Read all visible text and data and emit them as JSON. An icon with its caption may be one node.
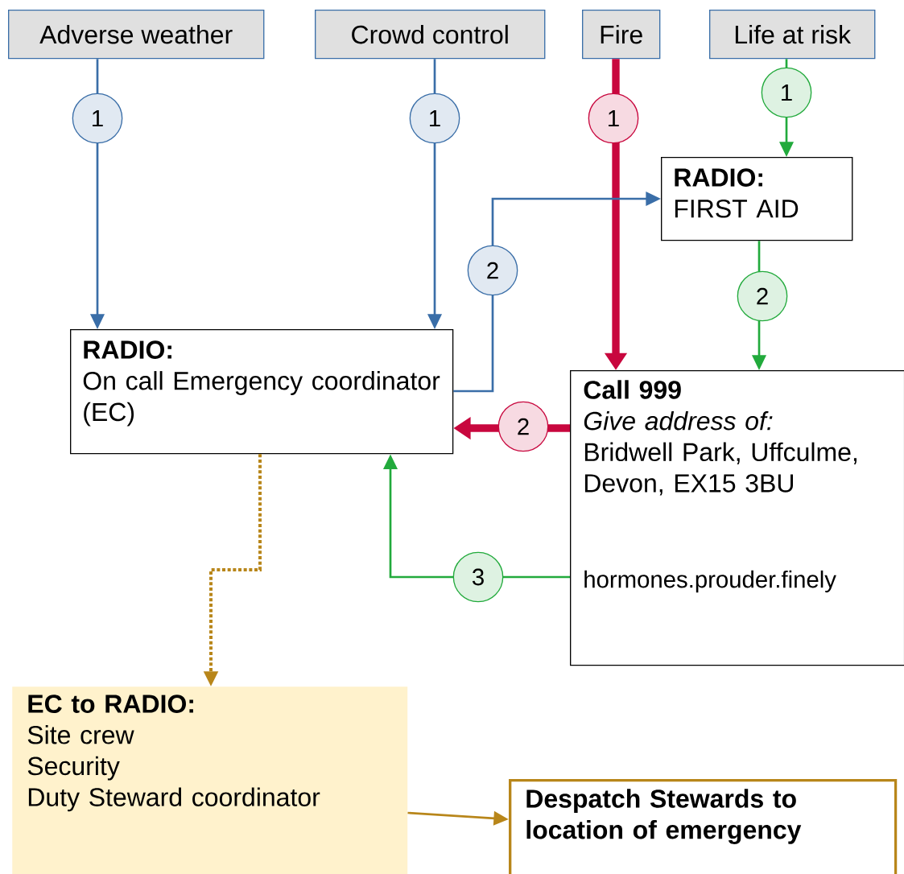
{
  "diagram": {
    "nodes": [
      {
        "text": [
          "Adverse weather"
        ]
      },
      {
        "text": [
          "Crowd control"
        ]
      },
      {
        "text": [
          "Fire"
        ]
      },
      {
        "text": [
          "Life at risk"
        ]
      },
      {
        "text": [
          "RADIO:",
          "FIRST AID"
        ]
      },
      {
        "text": [
          "RADIO:",
          "On call Emergency coordinator (EC)"
        ]
      },
      {
        "text": [
          "Call 999",
          "Give address of:",
          "Bridwell Park, Uffculme, Devon, EX15 3BU",
          "hormones.prouder.finely"
        ]
      },
      {
        "text": [
          "EC to RADIO:",
          "Site crew",
          "Security",
          "Duty Steward coordinator"
        ]
      },
      {
        "text": [
          "Despatch Stewards to location of emergency"
        ]
      }
    ],
    "edges": [
      {
        "from": 0,
        "to": 5,
        "arrow": "to",
        "label": "1"
      },
      {
        "from": 1,
        "to": 5,
        "arrow": "to",
        "label": "1"
      },
      {
        "from": 2,
        "to": 6,
        "arrow": "to",
        "label": "1",
        "style": "thick",
        "color": "#c8073e"
      },
      {
        "from": 3,
        "to": 4,
        "arrow": "to",
        "label": "1",
        "color": "#22aa3c"
      },
      {
        "from": 5,
        "to": 4,
        "arrow": "to",
        "label": "2"
      },
      {
        "from": 4,
        "to": 6,
        "arrow": "to",
        "label": "2",
        "color": "#22aa3c"
      },
      {
        "from": 6,
        "to": 5,
        "arrow": "to",
        "label": "2",
        "style": "thick",
        "color": "#c8073e"
      },
      {
        "from": 6,
        "to": 5,
        "arrow": "to",
        "label": "3",
        "color": "#22aa3c"
      },
      {
        "from": 5,
        "to": 7,
        "arrow": "to",
        "style": "dashed",
        "color": "#b8861a"
      },
      {
        "from": 7,
        "to": 8,
        "arrow": "to",
        "color": "#b8861a"
      }
    ]
  }
}
